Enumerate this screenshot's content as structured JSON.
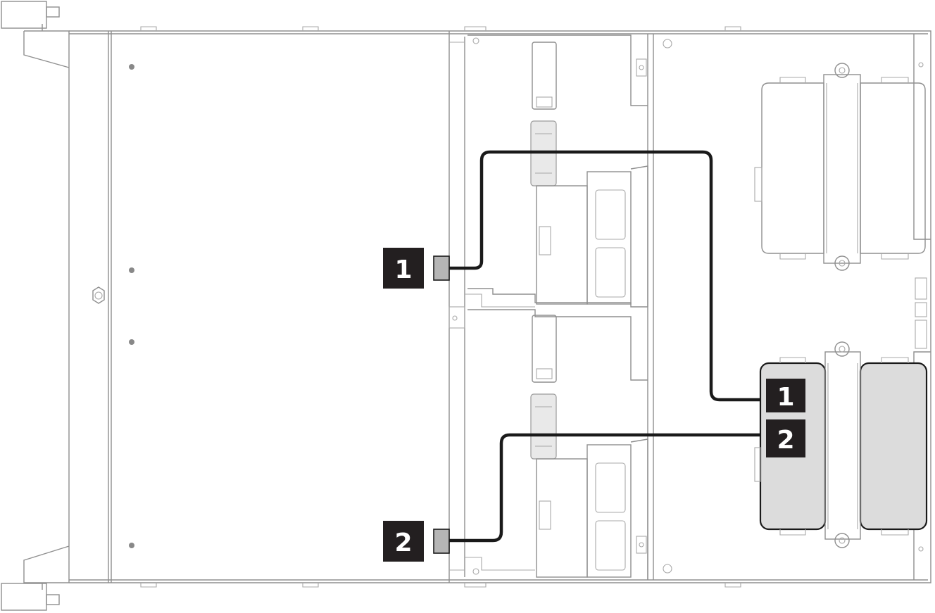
{
  "diagram": {
    "callouts": [
      {
        "id": "1",
        "label": "1"
      },
      {
        "id": "2",
        "label": "2"
      }
    ],
    "accent_colors": {
      "cable": "#1a1a1a",
      "callout_bg": "#231f20",
      "callout_text": "#ffffff",
      "highlight": "#dcdcdc"
    }
  }
}
